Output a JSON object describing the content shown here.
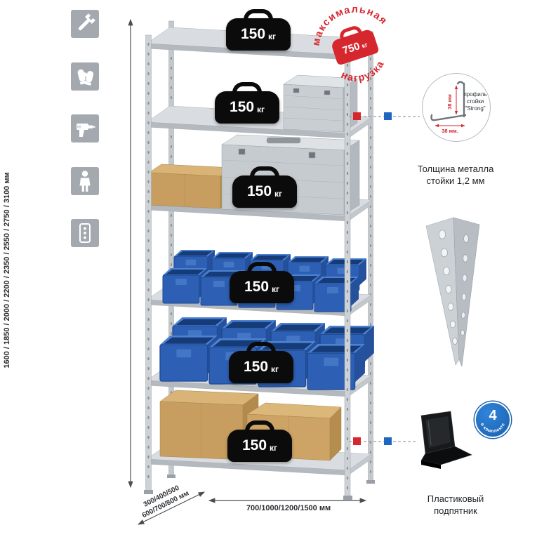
{
  "left_icons": [
    "wrench",
    "gloves",
    "drill",
    "person",
    "profile-post"
  ],
  "dims": {
    "height": "1600 / 1850 / 2000 / 2200 / 2350 / 2550 / 2750 / 3100 мм",
    "depth1": "300/400/500",
    "depth2": "600/700/800 мм",
    "width": "700/1000/1200/1500 мм"
  },
  "shelf_loads": [
    {
      "value": "150",
      "unit": "кг"
    },
    {
      "value": "150",
      "unit": "кг"
    },
    {
      "value": "150",
      "unit": "кг"
    },
    {
      "value": "150",
      "unit": "кг"
    },
    {
      "value": "150",
      "unit": "кг"
    },
    {
      "value": "150",
      "unit": "кг"
    }
  ],
  "stamp": {
    "top": "максимальная",
    "bottom": "нагрузка",
    "value": "750",
    "unit": "кг"
  },
  "profile": {
    "l1": "профиль",
    "l2": "стойки",
    "l3": "\"Strong\"",
    "dimv": "38 мм",
    "dimh": "38 мм.",
    "cap1": "Толщина металла",
    "cap2": "стойки 1,2 мм"
  },
  "foot": {
    "badge": "4",
    "badge_label": "в комплекте",
    "cap1": "Пластиковый",
    "cap2": "подпятник"
  },
  "colors": {
    "accent_red": "#d6272e",
    "accent_blue": "#1f66c0",
    "bin_blue": "#2d60b4",
    "metal": "#c9ced3"
  }
}
